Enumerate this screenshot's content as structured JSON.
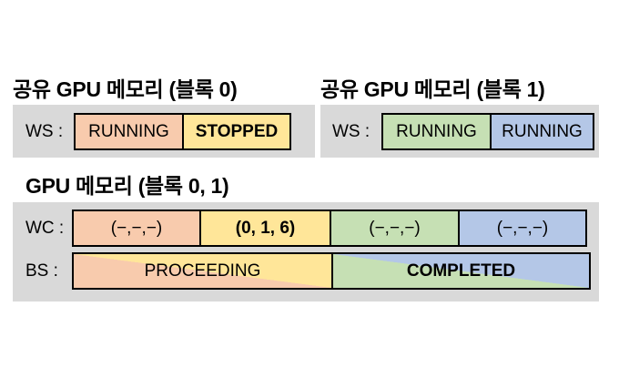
{
  "colors": {
    "orange": "#F8CBAD",
    "yellow": "#FFE699",
    "green": "#C6E0B4",
    "blue": "#B4C7E7",
    "panel_gray": "#D9D9D9",
    "border": "#000000"
  },
  "sections": {
    "shared_block0": {
      "title": "공유 GPU 메모리 (블록 0)",
      "row_label": "WS :",
      "cells": [
        {
          "text": "RUNNING",
          "color": "orange",
          "bold": false
        },
        {
          "text": "STOPPED",
          "color": "yellow",
          "bold": true
        }
      ]
    },
    "shared_block1": {
      "title": "공유 GPU 메모리 (블록 1)",
      "row_label": "WS :",
      "cells": [
        {
          "text": "RUNNING",
          "color": "green",
          "bold": false
        },
        {
          "text": "RUNNING",
          "color": "blue",
          "bold": false
        }
      ]
    },
    "gpu_memory": {
      "title": "GPU 메모리 (블록 0, 1)",
      "wc_row": {
        "label": "WC :",
        "cells": [
          {
            "text": "(−,−,−)",
            "color": "orange",
            "bold": false
          },
          {
            "text": "(0, 1, 6)",
            "color": "yellow",
            "bold": true
          },
          {
            "text": "(−,−,−)",
            "color": "green",
            "bold": false
          },
          {
            "text": "(−,−,−)",
            "color": "blue",
            "bold": false
          }
        ]
      },
      "bs_row": {
        "label": "BS :",
        "bars": [
          {
            "text": "PROCEEDING",
            "color_from": "orange",
            "color_to": "yellow",
            "bold": false
          },
          {
            "text": "COMPLETED",
            "color_from": "green",
            "color_to": "blue",
            "bold": true
          }
        ]
      }
    }
  }
}
